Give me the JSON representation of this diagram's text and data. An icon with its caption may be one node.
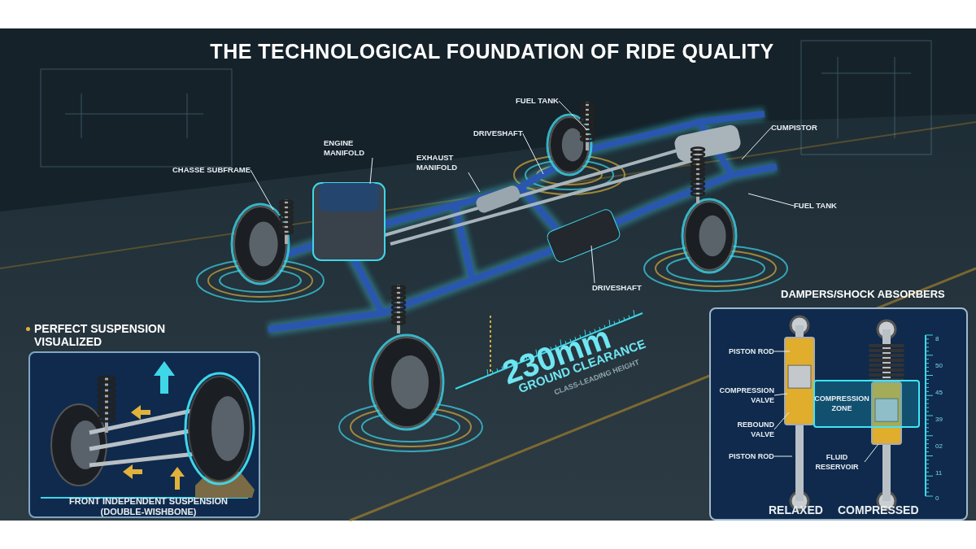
{
  "diagram": {
    "title": "THE TECHNOLOGICAL FOUNDATION OF RIDE QUALITY",
    "nodes": [
      {
        "text": [
          "CHASSE SUBFRAME"
        ]
      },
      {
        "text": [
          "ENGINE MANIFOLD"
        ]
      },
      {
        "text": [
          "EXHAUST MANIFOLD"
        ]
      },
      {
        "text": [
          "DRIVESHAFT"
        ]
      },
      {
        "text": [
          "FUEL TANK"
        ]
      },
      {
        "text": [
          "CUMPISTOR"
        ]
      },
      {
        "text": [
          "FUEL TANK"
        ]
      },
      {
        "text": [
          "DRIVESHAFT"
        ]
      },
      {
        "text": [
          "PERFECT SUSPENSION VISUALIZED",
          "FRONT INDEPENDENT SUSPENSION (DOUBLE-WISHBONE)"
        ]
      },
      {
        "text": [
          "DAMPERS/SHOCK ABSORBERS"
        ]
      },
      {
        "text": [
          "PISTON ROD"
        ],
        "in": 9
      },
      {
        "text": [
          "COMPRESSION VALVE"
        ],
        "in": 9
      },
      {
        "text": [
          "REBOUND VALVE"
        ],
        "in": 9
      },
      {
        "text": [
          "PISTON ROD"
        ],
        "in": 9
      },
      {
        "text": [
          "COMPRESSION ZONE"
        ],
        "in": 9
      },
      {
        "text": [
          "FLUID RESERVOIR"
        ],
        "in": 9
      }
    ],
    "edges": [
      {
        "from": 0,
        "to": null,
        "arrow": "none"
      },
      {
        "from": 1,
        "to": null,
        "arrow": "none"
      },
      {
        "from": 2,
        "to": null,
        "arrow": "none"
      },
      {
        "from": 3,
        "to": null,
        "arrow": "none"
      },
      {
        "from": 4,
        "to": null,
        "arrow": "none"
      },
      {
        "from": 5,
        "to": null,
        "arrow": "none"
      },
      {
        "from": 6,
        "to": null,
        "arrow": "none"
      },
      {
        "from": 7,
        "to": null,
        "arrow": "none"
      },
      {
        "from": 10,
        "to": null,
        "arrow": "none"
      },
      {
        "from": 11,
        "to": null,
        "arrow": "none"
      },
      {
        "from": 12,
        "to": null,
        "arrow": "none"
      },
      {
        "from": 13,
        "to": null,
        "arrow": "none"
      },
      {
        "from": 15,
        "to": null,
        "arrow": "none"
      }
    ],
    "labels": [
      "230mm",
      "GROUND CLEARANCE",
      "CLASS-LEADING HEIGHT",
      "RELAXED",
      "COMPRESSED",
      "8",
      "50",
      "45",
      "39",
      "02",
      "11",
      "0"
    ]
  }
}
